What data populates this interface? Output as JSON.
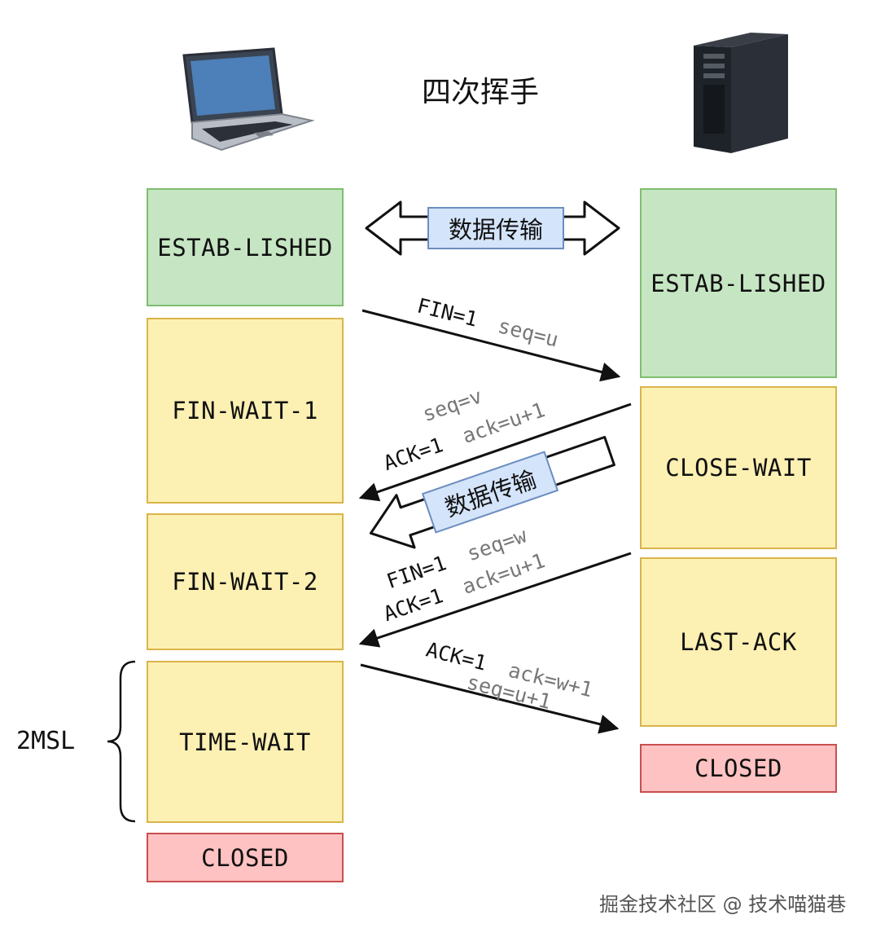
{
  "title": "四次挥手",
  "client": {
    "states": {
      "established": "ESTAB-LISHED",
      "fin_wait_1": "FIN-WAIT-1",
      "fin_wait_2": "FIN-WAIT-2",
      "time_wait": "TIME-WAIT",
      "closed": "CLOSED"
    },
    "time_wait_note": "2MSL"
  },
  "server": {
    "states": {
      "established": "ESTAB-LISHED",
      "close_wait": "CLOSE-WAIT",
      "last_ack": "LAST-ACK",
      "closed": "CLOSED"
    }
  },
  "data_transfer_label_1": "数据传输",
  "data_transfer_label_2": "数据传输",
  "messages": {
    "m1": {
      "line1_black": "FIN=1",
      "line1_gray": "seq=u"
    },
    "m2": {
      "line1_gray": "seq=v",
      "line2_black": "ACK=1",
      "line2_gray": "ack=u+1"
    },
    "m3": {
      "line1_black": "FIN=1",
      "line1_gray": "seq=w",
      "line2_black": "ACK=1",
      "line2_gray": "ack=u+1"
    },
    "m4": {
      "line1_black": "ACK=1",
      "line1_gray": "ack=w+1",
      "line2_gray": "seq=u+1"
    }
  },
  "watermark": "掘金技术社区 @ 技术喵猫巷",
  "colors": {
    "established": "#c6e6c3",
    "wait": "#fdf0b3",
    "closed": "#ffc2c2",
    "data_label": "#d4e4fa",
    "gray_text": "#777777"
  }
}
